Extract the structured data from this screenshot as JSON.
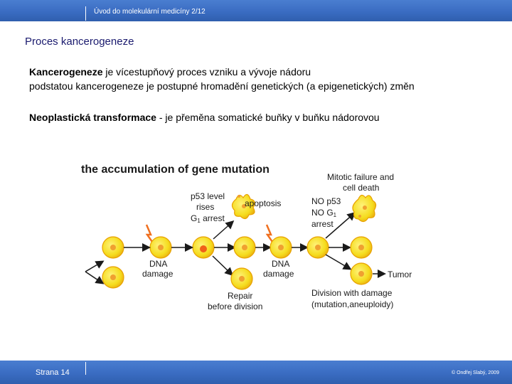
{
  "header": {
    "course": "Úvod do molekulární medicíny 2/12"
  },
  "slide": {
    "title": "Proces kancerogeneze",
    "p1_term": "Kancerogeneze",
    "p1_rest": " je vícestupňový proces vzniku a vývoje nádoru",
    "p2": "podstatou kancerogeneze je postupné hromadění genetických (a epigenetických) změn",
    "p3_term": "Neoplastická transformace",
    "p3_rest": " - je přeměna somatické buňky v buňku nádorovou"
  },
  "diagram": {
    "title": "the accumulation of gene mutation",
    "p53_line1": "p53 level",
    "p53_line2": "rises",
    "p53_line3a": "G",
    "p53_line3sub": "1",
    "p53_line3b": " arrest",
    "apoptosis": "apoptosis",
    "mitotic_line1": "Mitotic failure and",
    "mitotic_line2": "cell death",
    "nop53_line1": "NO p53",
    "nog1_a": "NO G",
    "nog1_sub": "1",
    "nog1_line3": "arrest",
    "dna1_line1": "DNA",
    "dna1_line2": "damage",
    "dna2_line1": "DNA",
    "dna2_line2": "damage",
    "repair_line1": "Repair",
    "repair_line2": "before division",
    "division_line1": "Division with damage",
    "division_line2": "(mutation,aneuploidy)",
    "tumor": "Tumor"
  },
  "footer": {
    "page": "Strana 14",
    "copyright": "© Ondřej Slabý, 2009"
  },
  "colors": {
    "bar": "#3a6cc2",
    "title": "#1a1a6e",
    "cell_fill": "#f5dc1e",
    "cell_stroke": "#e8a000",
    "nucleus": "#f0a030",
    "damaged_nucleus": "#f06018",
    "lightning": "#f07020"
  }
}
